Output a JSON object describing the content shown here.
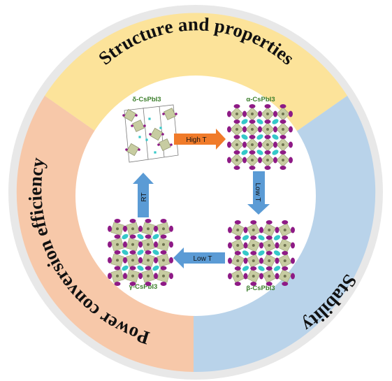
{
  "ring": {
    "segments": [
      {
        "id": "structure",
        "label": "Structure and properties",
        "color": "#fce39a"
      },
      {
        "id": "stability",
        "label": "Stability",
        "color": "#b9d3ea"
      },
      {
        "id": "pce",
        "label": "Power conversion efficiency",
        "color": "#f7c8a9"
      }
    ],
    "outer_color": "#e8e8e8"
  },
  "phases": {
    "delta": "δ-CsPbI3",
    "alpha": "α-CsPbI3",
    "beta": "β-CsPbI3",
    "gamma": "γ-CsPbI3"
  },
  "transitions": {
    "delta_to_alpha": {
      "label": "High T",
      "color": "#f07b2a"
    },
    "alpha_to_beta": {
      "label": "Low T",
      "color": "#5b9bd5"
    },
    "beta_to_gamma": {
      "label": "Low T",
      "color": "#5b9bd5"
    },
    "gamma_to_delta": {
      "label": "RT",
      "color": "#5b9bd5"
    }
  },
  "crystal_colors": {
    "octahedron": "#c7cca1",
    "iodide": "#8e1a86",
    "cesium": "#36c9c9"
  }
}
